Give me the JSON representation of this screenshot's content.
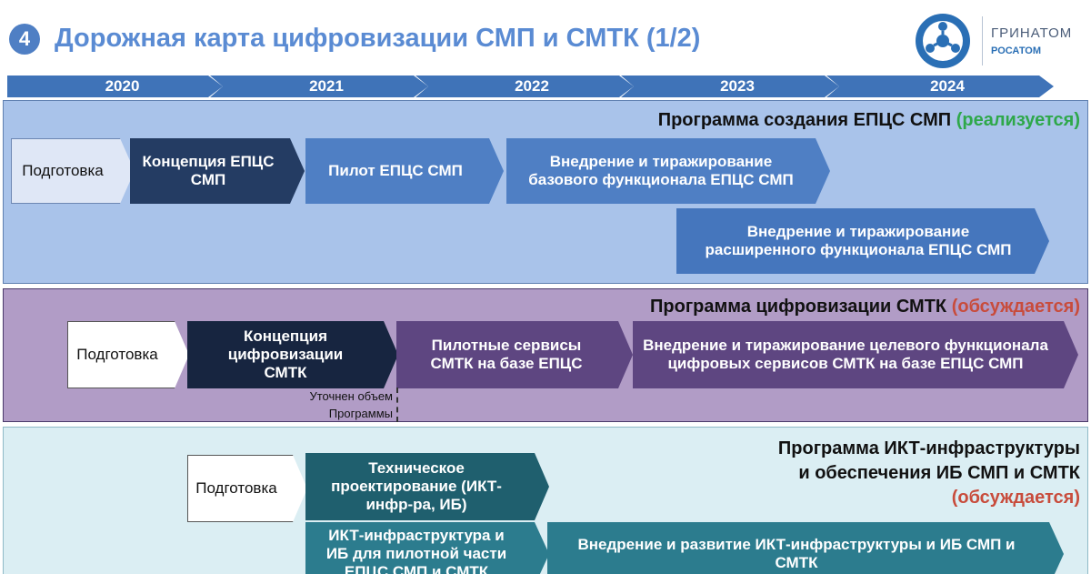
{
  "header": {
    "badge": "4",
    "title": "Дорожная карта цифровизации СМП и СМТК (1/2)"
  },
  "logo": {
    "line1": "ГРИНАТОМ",
    "line2": "РОСАТОМ"
  },
  "timeline": {
    "years": [
      "2020",
      "2021",
      "2022",
      "2023",
      "2024"
    ],
    "color": "#3f73b8"
  },
  "programs": {
    "epcs": {
      "title": "Программа создания ЕПЦС СМП",
      "status": "(реализуется)",
      "status_color": "#2ea84a",
      "steps": [
        "Подготовка",
        "Концепция ЕПЦС СМП",
        "Пилот ЕПЦС СМП",
        "Внедрение и тиражирование базового функционала ЕПЦС СМП",
        "Внедрение и тиражирование расширенного функционала ЕПЦС СМП"
      ]
    },
    "smtk": {
      "title": "Программа цифровизации СМТК",
      "status": "(обсуждается)",
      "status_color": "#c84c3c",
      "steps": [
        "Подготовка",
        "Концепция цифровизации СМТК",
        "Пилотные сервисы СМТК на базе ЕПЦС",
        "Внедрение и тиражирование целевого функционала цифровых сервисов СМТК на базе ЕПЦС СМП"
      ],
      "note_line1": "Уточнен объем",
      "note_line2": "Программы"
    },
    "ikt": {
      "title_line1": "Программа ИКТ-инфраструктуры",
      "title_line2": "и обеспечения ИБ СМП и СМТК",
      "status": "(обсуждается)",
      "status_color": "#c84c3c",
      "steps": [
        "Подготовка",
        "Техническое проектирование (ИКТ-инфр-ра, ИБ)",
        "ИКТ-инфраструктура и ИБ для пилотной части ЕПЦС СМП и СМТК",
        "Внедрение и развитие ИКТ-инфраструктуры и ИБ СМП и СМТК"
      ]
    }
  }
}
